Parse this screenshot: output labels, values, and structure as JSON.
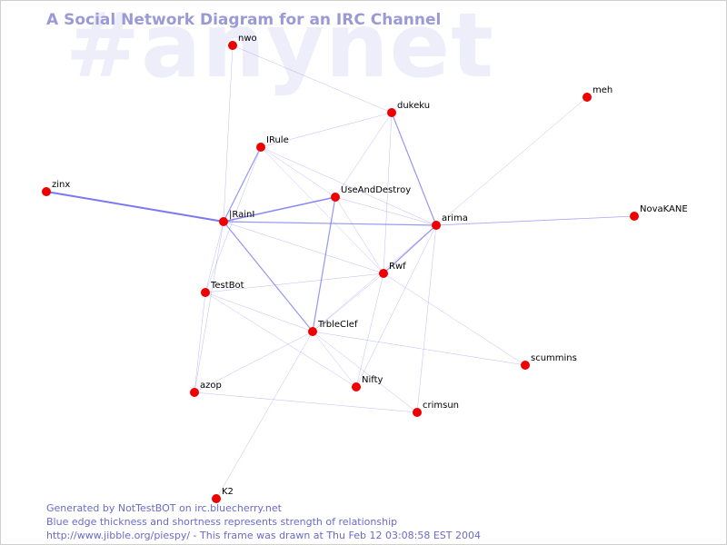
{
  "watermark": "#anynet",
  "title": "A Social Network Diagram for an IRC Channel",
  "footer": {
    "line1": "Generated by NotTestBOT on irc.bluecherry.net",
    "line2": "Blue edge thickness and shortness represents strength of relationship",
    "line3": "http://www.jibble.org/piespy/ - This frame was drawn at Thu Feb 12 03:08:58 EST 2004"
  },
  "colors": {
    "node": "#ee0000",
    "edge": "#5a5aee",
    "title": "#9a9ad6",
    "footer": "#6a6acb",
    "watermark": "#eeeefb"
  },
  "nodes": [
    {
      "id": "nwo",
      "label": "nwo"
    },
    {
      "id": "dukeku",
      "label": "dukeku"
    },
    {
      "id": "meh",
      "label": "meh"
    },
    {
      "id": "IRule",
      "label": "IRule"
    },
    {
      "id": "zinx",
      "label": "zinx"
    },
    {
      "id": "UseAndDestroy",
      "label": "UseAndDestroy"
    },
    {
      "id": "IRainI",
      "label": "|RainI"
    },
    {
      "id": "arima",
      "label": "arima"
    },
    {
      "id": "NovaKANE",
      "label": "NovaKANE"
    },
    {
      "id": "Rwf",
      "label": "Rwf"
    },
    {
      "id": "TestBot",
      "label": "TestBot"
    },
    {
      "id": "TrbleClef",
      "label": "TrbleClef"
    },
    {
      "id": "scummins",
      "label": "scummins"
    },
    {
      "id": "Nifty",
      "label": "Nifty"
    },
    {
      "id": "azop",
      "label": "azop"
    },
    {
      "id": "crimsun",
      "label": "crimsun"
    },
    {
      "id": "K2",
      "label": "K2"
    }
  ],
  "edges": [
    {
      "from": "zinx",
      "to": "IRainI",
      "strength": 3
    },
    {
      "from": "IRainI",
      "to": "UseAndDestroy",
      "strength": 2.5
    },
    {
      "from": "IRainI",
      "to": "arima",
      "strength": 2
    },
    {
      "from": "IRainI",
      "to": "TrbleClef",
      "strength": 2
    },
    {
      "from": "IRainI",
      "to": "IRule",
      "strength": 2
    },
    {
      "from": "dukeku",
      "to": "arima",
      "strength": 2
    },
    {
      "from": "arima",
      "to": "Rwf",
      "strength": 2
    },
    {
      "from": "UseAndDestroy",
      "to": "TrbleClef",
      "strength": 2
    },
    {
      "from": "nwo",
      "to": "dukeku",
      "strength": 1
    },
    {
      "from": "nwo",
      "to": "IRainI",
      "strength": 1
    },
    {
      "from": "IRule",
      "to": "dukeku",
      "strength": 1
    },
    {
      "from": "IRule",
      "to": "UseAndDestroy",
      "strength": 1
    },
    {
      "from": "IRule",
      "to": "arima",
      "strength": 1
    },
    {
      "from": "IRule",
      "to": "Rwf",
      "strength": 1
    },
    {
      "from": "IRule",
      "to": "TestBot",
      "strength": 1
    },
    {
      "from": "dukeku",
      "to": "UseAndDestroy",
      "strength": 1
    },
    {
      "from": "dukeku",
      "to": "Rwf",
      "strength": 1
    },
    {
      "from": "meh",
      "to": "arima",
      "strength": 1
    },
    {
      "from": "UseAndDestroy",
      "to": "arima",
      "strength": 1
    },
    {
      "from": "UseAndDestroy",
      "to": "Rwf",
      "strength": 1
    },
    {
      "from": "arima",
      "to": "NovaKANE",
      "strength": 1.5
    },
    {
      "from": "arima",
      "to": "TrbleClef",
      "strength": 1
    },
    {
      "from": "arima",
      "to": "Nifty",
      "strength": 1
    },
    {
      "from": "arima",
      "to": "crimsun",
      "strength": 1
    },
    {
      "from": "IRainI",
      "to": "Rwf",
      "strength": 1
    },
    {
      "from": "IRainI",
      "to": "TestBot",
      "strength": 1
    },
    {
      "from": "IRainI",
      "to": "azop",
      "strength": 1
    },
    {
      "from": "Rwf",
      "to": "TestBot",
      "strength": 1
    },
    {
      "from": "Rwf",
      "to": "TrbleClef",
      "strength": 1
    },
    {
      "from": "Rwf",
      "to": "scummins",
      "strength": 1
    },
    {
      "from": "Rwf",
      "to": "Nifty",
      "strength": 1
    },
    {
      "from": "TestBot",
      "to": "TrbleClef",
      "strength": 1
    },
    {
      "from": "TestBot",
      "to": "Nifty",
      "strength": 1
    },
    {
      "from": "TestBot",
      "to": "azop",
      "strength": 1
    },
    {
      "from": "TrbleClef",
      "to": "scummins",
      "strength": 1
    },
    {
      "from": "TrbleClef",
      "to": "Nifty",
      "strength": 1
    },
    {
      "from": "TrbleClef",
      "to": "crimsun",
      "strength": 1
    },
    {
      "from": "TrbleClef",
      "to": "azop",
      "strength": 1
    },
    {
      "from": "TrbleClef",
      "to": "K2",
      "strength": 1
    },
    {
      "from": "azop",
      "to": "crimsun",
      "strength": 1
    }
  ]
}
